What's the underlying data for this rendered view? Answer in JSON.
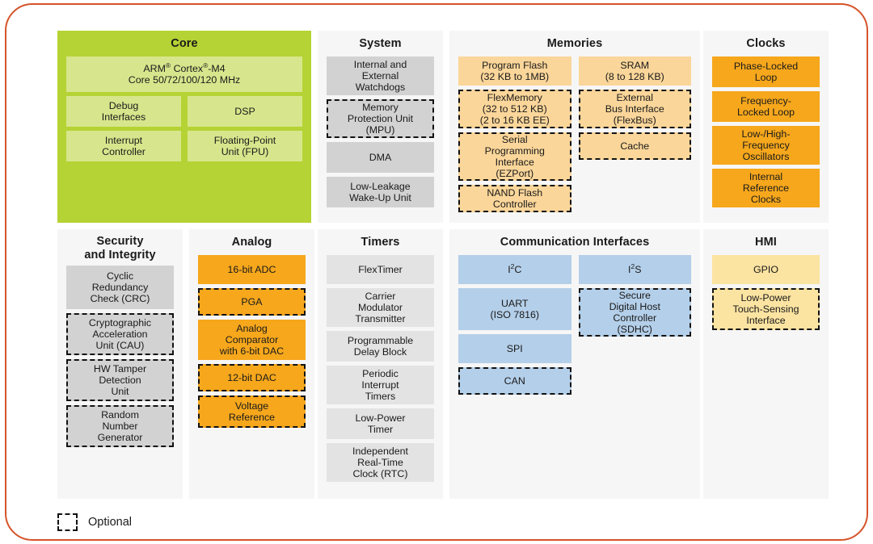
{
  "legend": {
    "swatch_icon": "dashed-square-icon",
    "label": "Optional"
  },
  "colors": {
    "frame_border": "#d5532a",
    "core_green": "#b5d334",
    "core_block": "#d7e68c",
    "gray_block": "#d2d2d2",
    "gray_light_block": "#e3e3e3",
    "orange_light": "#fbd69a",
    "orange": "#f6a71c",
    "blue": "#b4cfe9",
    "yellow_light": "#fbe3a1",
    "panel_bg": "#f6f6f6",
    "optional_border": "#121212"
  },
  "panels": [
    {
      "id": "core",
      "title": "Core",
      "blocks": [
        {
          "label": "ARM® Cortex®-M4\nCore 50/72/100/120 MHz",
          "optional": false
        },
        {
          "label": "Debug\nInterfaces",
          "optional": false
        },
        {
          "label": "DSP",
          "optional": false
        },
        {
          "label": "Interrupt\nController",
          "optional": false
        },
        {
          "label": "Floating-Point\nUnit (FPU)",
          "optional": false
        }
      ]
    },
    {
      "id": "system",
      "title": "System",
      "blocks": [
        {
          "label": "Internal and\nExternal\nWatchdogs",
          "optional": false
        },
        {
          "label": "Memory\nProtection Unit\n(MPU)",
          "optional": true
        },
        {
          "label": "DMA",
          "optional": false
        },
        {
          "label": "Low-Leakage\nWake-Up Unit",
          "optional": false
        }
      ]
    },
    {
      "id": "memories",
      "title": "Memories",
      "col_left": [
        {
          "label": "Program Flash\n(32 KB to 1MB)",
          "optional": false
        },
        {
          "label": "FlexMemory\n(32 to 512 KB)\n(2 to 16 KB EE)",
          "optional": true
        },
        {
          "label": "Serial\nProgramming\nInterface\n(EZPort)",
          "optional": true
        },
        {
          "label": "NAND Flash\nController",
          "optional": true
        }
      ],
      "col_right": [
        {
          "label": "SRAM\n(8 to 128 KB)",
          "optional": false
        },
        {
          "label": "External\nBus Interface\n(FlexBus)",
          "optional": true
        },
        {
          "label": "Cache",
          "optional": true
        }
      ]
    },
    {
      "id": "clocks",
      "title": "Clocks",
      "blocks": [
        {
          "label": "Phase-Locked\nLoop",
          "optional": false
        },
        {
          "label": "Frequency-\nLocked Loop",
          "optional": false
        },
        {
          "label": "Low-/High-\nFrequency\nOscillators",
          "optional": false
        },
        {
          "label": "Internal\nReference\nClocks",
          "optional": false
        }
      ]
    },
    {
      "id": "security",
      "title": "Security\nand Integrity",
      "blocks": [
        {
          "label": "Cyclic\nRedundancy\nCheck (CRC)",
          "optional": false
        },
        {
          "label": "Cryptographic\nAcceleration\nUnit (CAU)",
          "optional": true
        },
        {
          "label": "HW Tamper\nDetection\nUnit",
          "optional": true
        },
        {
          "label": "Random\nNumber\nGenerator",
          "optional": true
        }
      ]
    },
    {
      "id": "analog",
      "title": "Analog",
      "blocks": [
        {
          "label": "16-bit ADC",
          "optional": false
        },
        {
          "label": "PGA",
          "optional": true
        },
        {
          "label": "Analog\nComparator\nwith 6-bit DAC",
          "optional": false
        },
        {
          "label": "12-bit DAC",
          "optional": true
        },
        {
          "label": "Voltage\nReference",
          "optional": true
        }
      ]
    },
    {
      "id": "timers",
      "title": "Timers",
      "blocks": [
        {
          "label": "FlexTimer",
          "optional": false
        },
        {
          "label": "Carrier\nModulator\nTransmitter",
          "optional": false
        },
        {
          "label": "Programmable\nDelay Block",
          "optional": false
        },
        {
          "label": "Periodic\nInterrupt\nTimers",
          "optional": false
        },
        {
          "label": "Low-Power\nTimer",
          "optional": false
        },
        {
          "label": "Independent\nReal-Time\nClock (RTC)",
          "optional": false
        }
      ]
    },
    {
      "id": "comms",
      "title": "Communication Interfaces",
      "col_left": [
        {
          "label": "I²C",
          "optional": false
        },
        {
          "label": "UART\n(ISO 7816)",
          "optional": false
        },
        {
          "label": "SPI",
          "optional": false
        },
        {
          "label": "CAN",
          "optional": true
        }
      ],
      "col_right": [
        {
          "label": "I²S",
          "optional": false
        },
        {
          "label": "Secure\nDigital Host\nController\n(SDHC)",
          "optional": true
        }
      ]
    },
    {
      "id": "hmi",
      "title": "HMI",
      "blocks": [
        {
          "label": "GPIO",
          "optional": false
        },
        {
          "label": "Low-Power\nTouch-Sensing\nInterface",
          "optional": true
        }
      ]
    }
  ]
}
